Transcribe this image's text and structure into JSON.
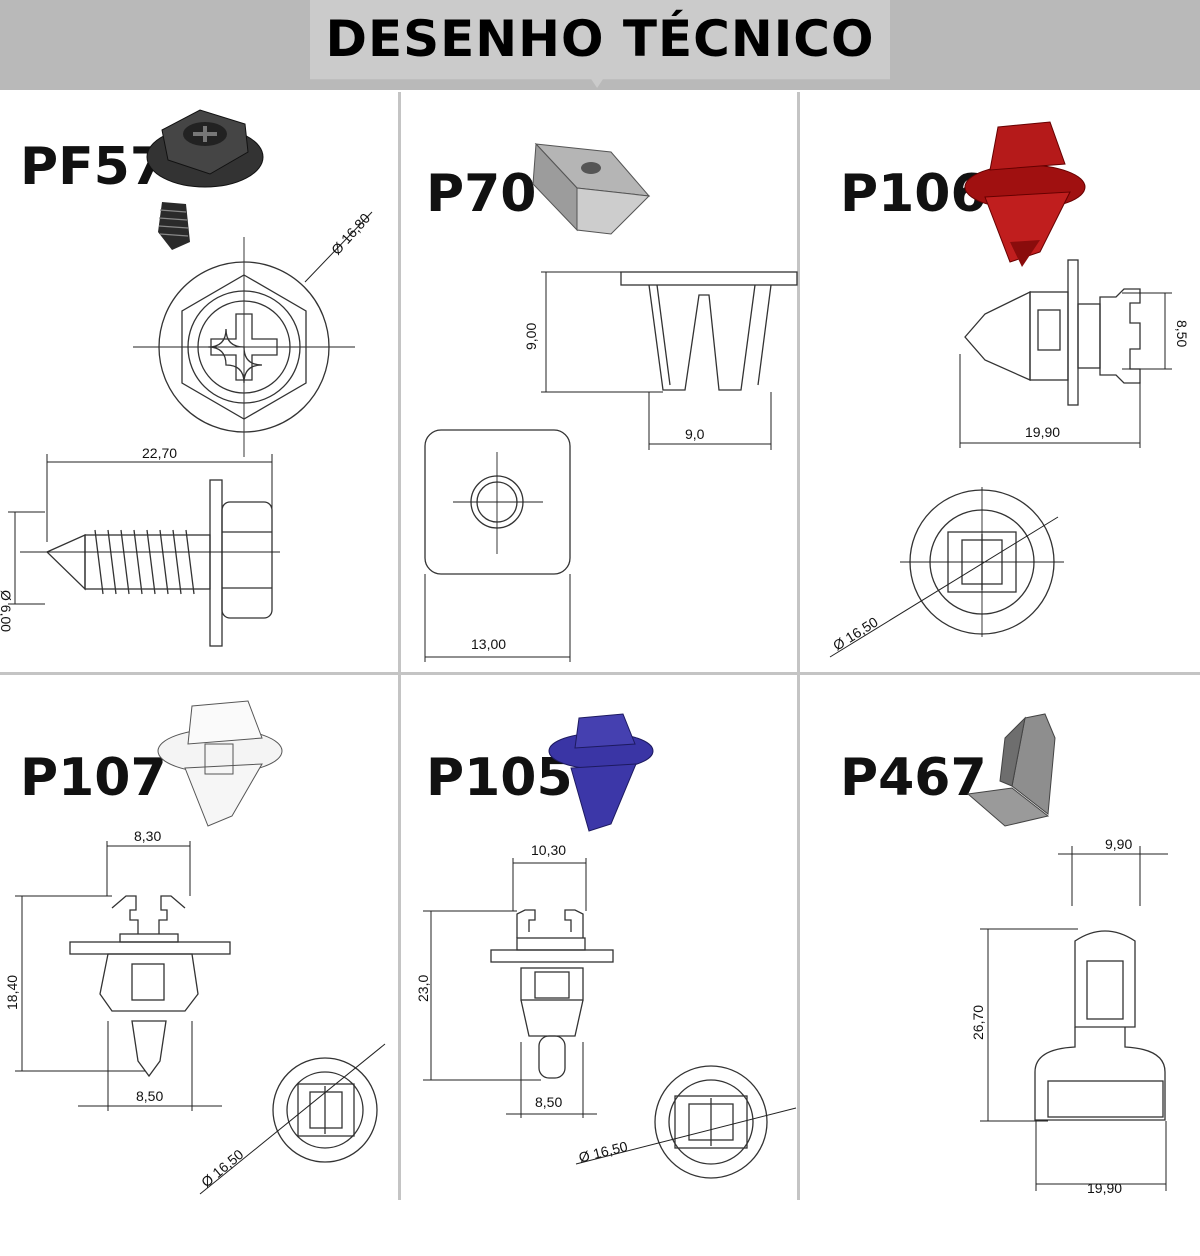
{
  "header": {
    "title": "DESENHO TÉCNICO"
  },
  "parts": [
    {
      "id": "pf57",
      "code": "PF57",
      "colors": {
        "render": "#3a3a3a"
      },
      "dims": {
        "head_diameter": "Ø 16,80",
        "length": "22,70",
        "thread_diameter": "Ø 6,00"
      }
    },
    {
      "id": "p70",
      "code": "P70",
      "colors": {
        "render": "#a8a8a8"
      },
      "dims": {
        "height": "9,00",
        "width": "9,0",
        "base": "13,00"
      }
    },
    {
      "id": "p106",
      "code": "P106",
      "colors": {
        "render": "#b01515"
      },
      "dims": {
        "head": "8,50",
        "length": "19,90",
        "diameter": "Ø 16,50"
      }
    },
    {
      "id": "p107",
      "code": "P107",
      "colors": {
        "render": "#ffffff"
      },
      "dims": {
        "top": "8,30",
        "height": "18,40",
        "bottom": "8,50",
        "diameter": "Ø 16,50"
      }
    },
    {
      "id": "p105",
      "code": "P105",
      "colors": {
        "render": "#3a35a0"
      },
      "dims": {
        "top": "10,30",
        "height": "23,0",
        "bottom": "8,50",
        "diameter": "Ø 16,50"
      }
    },
    {
      "id": "p467",
      "code": "P467",
      "colors": {
        "render": "#8a8a8a"
      },
      "dims": {
        "top": "9,90",
        "height": "26,70",
        "bottom": "19,90"
      }
    }
  ]
}
